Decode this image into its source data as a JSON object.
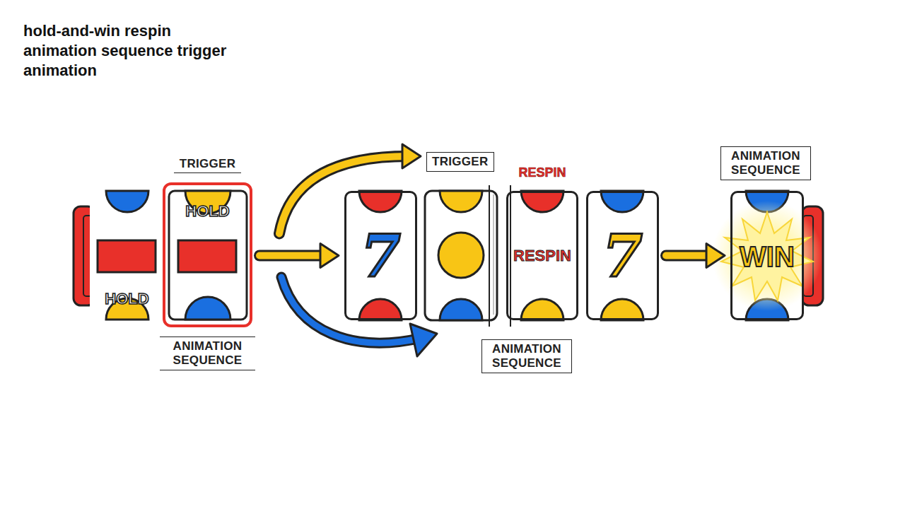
{
  "diagram": {
    "title": "hold-and-win respin animation sequence trigger animation",
    "nodes": [
      {
        "text": [
          "HOLD"
        ]
      },
      {
        "text": [
          "TRIGGER",
          "HOLD",
          "ANIMATION SEQUENCE"
        ]
      },
      {
        "text": [
          "TRIGGER"
        ]
      },
      {
        "text": [
          "7"
        ]
      },
      {
        "text": [
          "RESPIN",
          "RESPIN"
        ]
      },
      {
        "text": [
          "7"
        ]
      },
      {
        "text": [
          "ANIMATION SEQUENCE"
        ]
      },
      {
        "text": [
          "ANIMATION SEQUENCE"
        ]
      },
      {
        "text": [
          "WIN"
        ]
      }
    ],
    "edges": [
      {
        "from": 1,
        "to": 3,
        "arrow": "to"
      },
      {
        "from": 1,
        "to": 2,
        "arrow": "to"
      },
      {
        "from": 5,
        "to": 8,
        "arrow": "to"
      }
    ]
  }
}
